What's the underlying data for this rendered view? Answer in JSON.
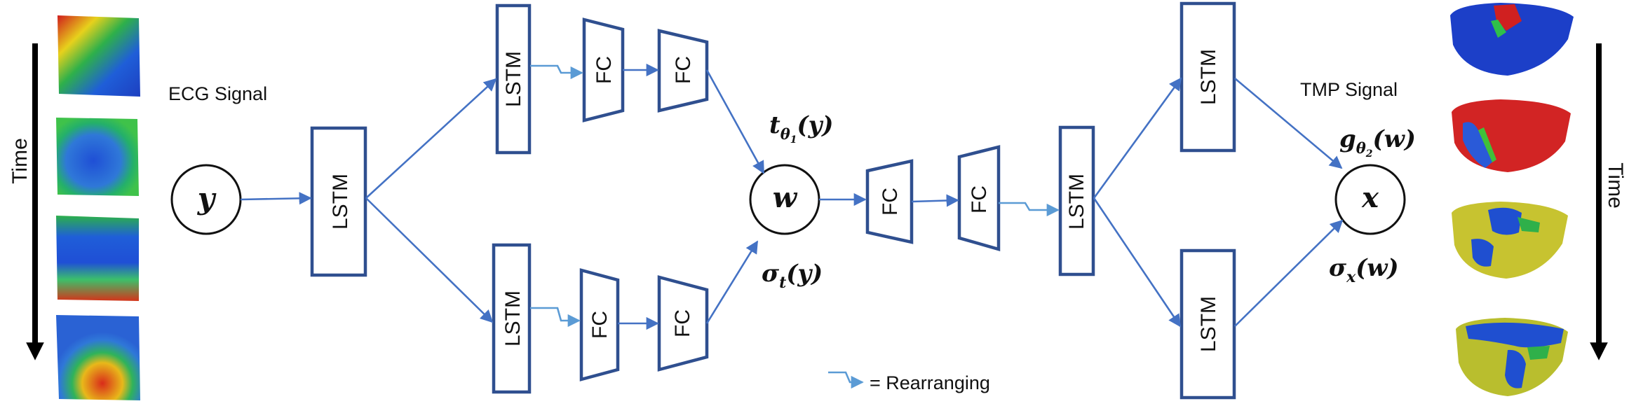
{
  "time_label": "Time",
  "ecg_label": "ECG Signal",
  "tmp_label": "TMP Signal",
  "lstm_label": "LSTM",
  "fc_label": "FC",
  "var_y": "y",
  "var_w": "w",
  "var_x": "x",
  "t_theta": {
    "base": "t",
    "sub": "θ",
    "subsub": "1",
    "arg": "(y)"
  },
  "sigma_t": {
    "base": "σ",
    "sub": "t",
    "arg": "(y)"
  },
  "g_theta": {
    "base": "g",
    "sub": "θ",
    "subsub": "2",
    "arg": "(w)"
  },
  "sigma_x": {
    "base": "σ",
    "sub": "x",
    "arg": "(w)"
  },
  "legend_text": "= Rearranging",
  "colors": {
    "box_stroke": "#2f4f8f",
    "arrow": "#4472c4",
    "rearrange": "#5b9bd5"
  }
}
